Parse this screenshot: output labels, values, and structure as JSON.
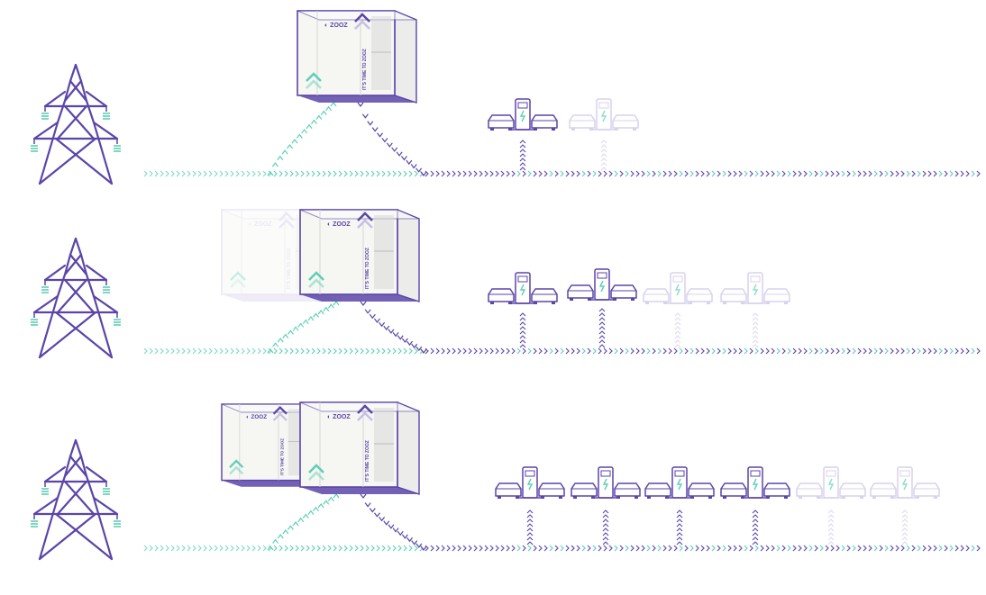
{
  "brand": {
    "logo_text": "ZOOZ",
    "slogan": "IT'S TIME TO ZOOZ"
  },
  "colors": {
    "purple": "#5b45a8",
    "teal": "#5ecfb4",
    "unit_face": "#f6f6f3",
    "unit_side": "#ececea",
    "unit_grille": "#d8d8d8",
    "ghost": "#c8c0e4"
  },
  "icons": {
    "tower": "transmission-tower-icon",
    "unit": "zooz-power-unit-icon",
    "charger": "ev-charger-with-cars-icon",
    "line": "power-flow-chevrons"
  },
  "scenes": [
    {
      "active_units": 1,
      "ghost_units": 0,
      "active_chargers": 1,
      "ghost_chargers": 1
    },
    {
      "active_units": 1,
      "ghost_units": 1,
      "active_chargers": 2,
      "ghost_chargers": 2
    },
    {
      "active_units": 2,
      "ghost_units": 0,
      "active_chargers": 4,
      "ghost_chargers": 2
    }
  ]
}
